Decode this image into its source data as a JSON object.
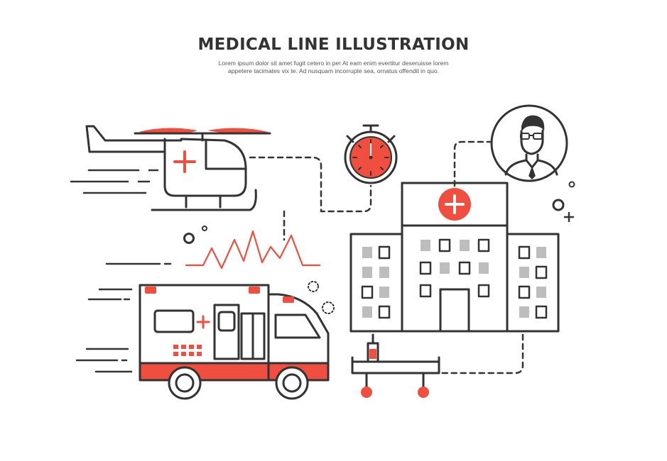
{
  "header": {
    "title": "MEDICAL LINE ILLUSTRATION",
    "subtitle_line1": "Lorem ipsum dolor sit amet fugit cetero in per At eam enim evertitur deseruisse lorem",
    "subtitle_line2": "appetere tacimates vix te. Ad nusquam incorrupte sea, ornatus offendit in quo."
  },
  "colors": {
    "line": "#333333",
    "accent": "#f04e3e",
    "window_gray": "#bdbdbd",
    "background": "#ffffff"
  },
  "icons": [
    "helicopter-icon",
    "stopwatch-icon",
    "doctor-avatar-icon",
    "heartbeat-line-icon",
    "hospital-building-icon",
    "ambulance-icon",
    "hospital-bed-icon",
    "red-cross-icon"
  ]
}
